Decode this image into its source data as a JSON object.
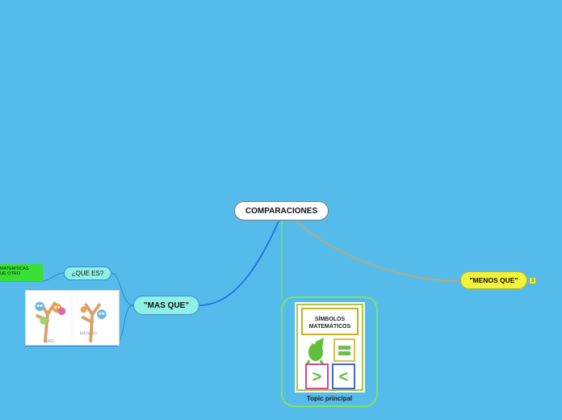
{
  "root": {
    "label": "COMPARACIONES"
  },
  "branches": {
    "mas_que": {
      "label": "\"MAS QUE\""
    },
    "que_es": {
      "label": "¿QUE ES?"
    },
    "note": {
      "line1": "MATEMTICAS",
      "line2": "UE OTRO"
    },
    "menos_que": {
      "label": "\"MENOS QUE\"",
      "badge": "3"
    },
    "topic": {
      "label": "Topic principal"
    }
  },
  "owl_card": {
    "left_word": "MAS",
    "right_word": "MENOS"
  },
  "poster": {
    "title_line1": "SÍMBOLOS",
    "title_line2": "MATEMÁTICOS",
    "sym1": ">",
    "sym2": "<"
  },
  "colors": {
    "background": "#55bbea",
    "link_blue": "#1e6be0",
    "link_green": "#7be36a",
    "link_orange": "#d8a24a",
    "node_cyan": "#8ff0e6",
    "node_yellow": "#f2f23a"
  }
}
